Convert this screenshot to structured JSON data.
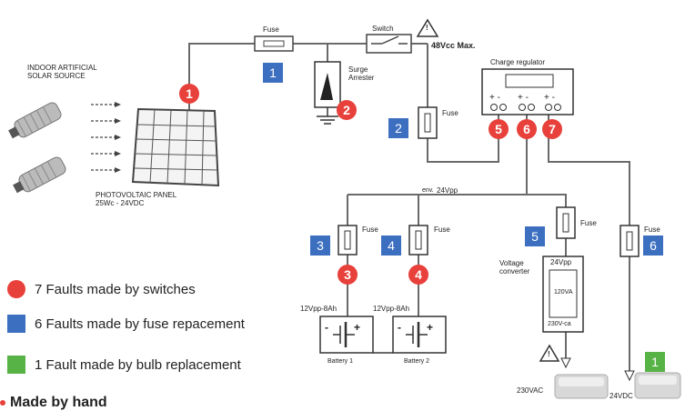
{
  "colors": {
    "fault_red": "#e8403a",
    "fuse_blue": "#3d6fc0",
    "bulb_green": "#58b347",
    "wire": "#666666"
  },
  "labels": {
    "source": "INDOOR ARTIFICIAL\nSOLAR SOURCE",
    "panel": "PHOTOVOLTAIC PANEL\n25Wc - 24VDC",
    "fuse_top": "Fuse",
    "switch": "Switch",
    "max_voltage": "48Vcc Max.",
    "surge": "Surge\nArrester",
    "charge_regulator": "Charge regulator",
    "fuse": "Fuse",
    "bus_voltage": "24Vpp",
    "bus_prefix": "env.",
    "battery1_rating": "12Vpp-8Ah",
    "battery2_rating": "12Vpp-8Ah",
    "battery1": "Battery 1",
    "battery2": "Battery 2",
    "converter": "Voltage\nconverter",
    "conv_in": "24Vpp",
    "conv_power": "120VA",
    "conv_out": "230V-ca",
    "out_230": "230VAC",
    "out_24": "24VDC",
    "warn": "!"
  },
  "fault_numbers": {
    "red": [
      "1",
      "2",
      "3",
      "4",
      "5",
      "6",
      "7"
    ],
    "blue": [
      "1",
      "2",
      "3",
      "4",
      "5",
      "6"
    ],
    "green": [
      "1"
    ]
  },
  "legend": [
    {
      "color": "red",
      "text": "7 Faults made by switches"
    },
    {
      "color": "blue",
      "text": "6 Faults made by fuse repacement"
    },
    {
      "color": "green",
      "text": "1 Fault made by bulb replacement"
    }
  ],
  "bottom_label": "Made by hand"
}
